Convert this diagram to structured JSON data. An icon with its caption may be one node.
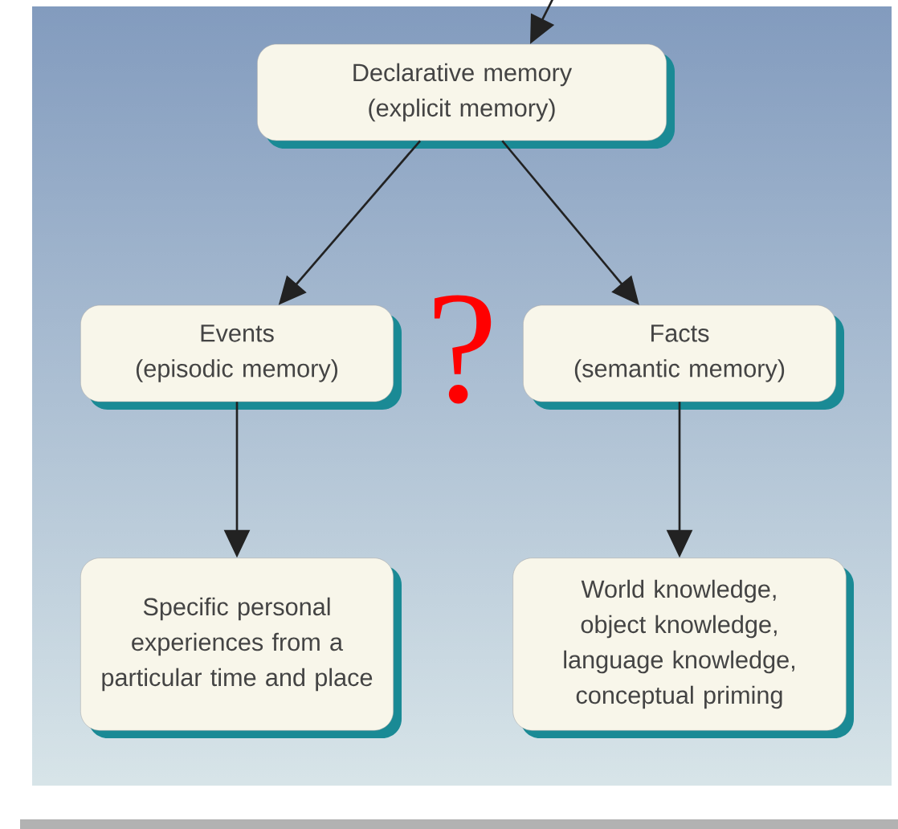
{
  "diagram": {
    "nodes": [
      {
        "text": [
          "Declarative memory",
          "(explicit memory)"
        ]
      },
      {
        "text": [
          "Events",
          "(episodic memory)"
        ]
      },
      {
        "text": [
          "Facts",
          "(semantic memory)"
        ]
      },
      {
        "text": [
          "Specific personal experiences from a particular time and place"
        ]
      },
      {
        "text": [
          "World knowledge, object knowledge, language knowledge, conceptual priming"
        ]
      }
    ],
    "edges": [
      {
        "from": null,
        "to": 0,
        "arrow": "to"
      },
      {
        "from": 0,
        "to": 1,
        "arrow": "to"
      },
      {
        "from": 0,
        "to": 2,
        "arrow": "to"
      },
      {
        "from": 1,
        "to": 3,
        "arrow": "to"
      },
      {
        "from": 2,
        "to": 4,
        "arrow": "to"
      }
    ],
    "labels": [
      "?"
    ]
  }
}
